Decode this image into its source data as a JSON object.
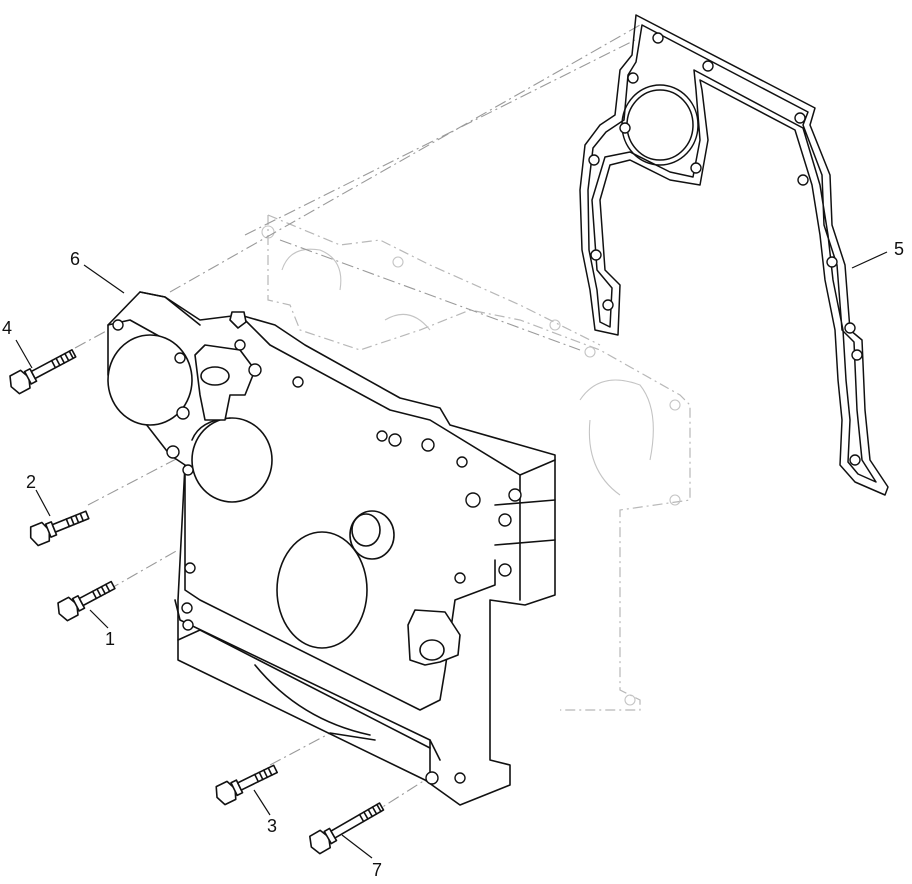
{
  "callouts": [
    {
      "id": "1",
      "label": "1"
    },
    {
      "id": "2",
      "label": "2"
    },
    {
      "id": "3",
      "label": "3"
    },
    {
      "id": "4",
      "label": "4"
    },
    {
      "id": "5",
      "label": "5"
    },
    {
      "id": "6",
      "label": "6"
    },
    {
      "id": "7",
      "label": "7"
    }
  ],
  "colors": {
    "line": "#111111",
    "ghost": "#b8b8b8",
    "background": "#ffffff"
  }
}
